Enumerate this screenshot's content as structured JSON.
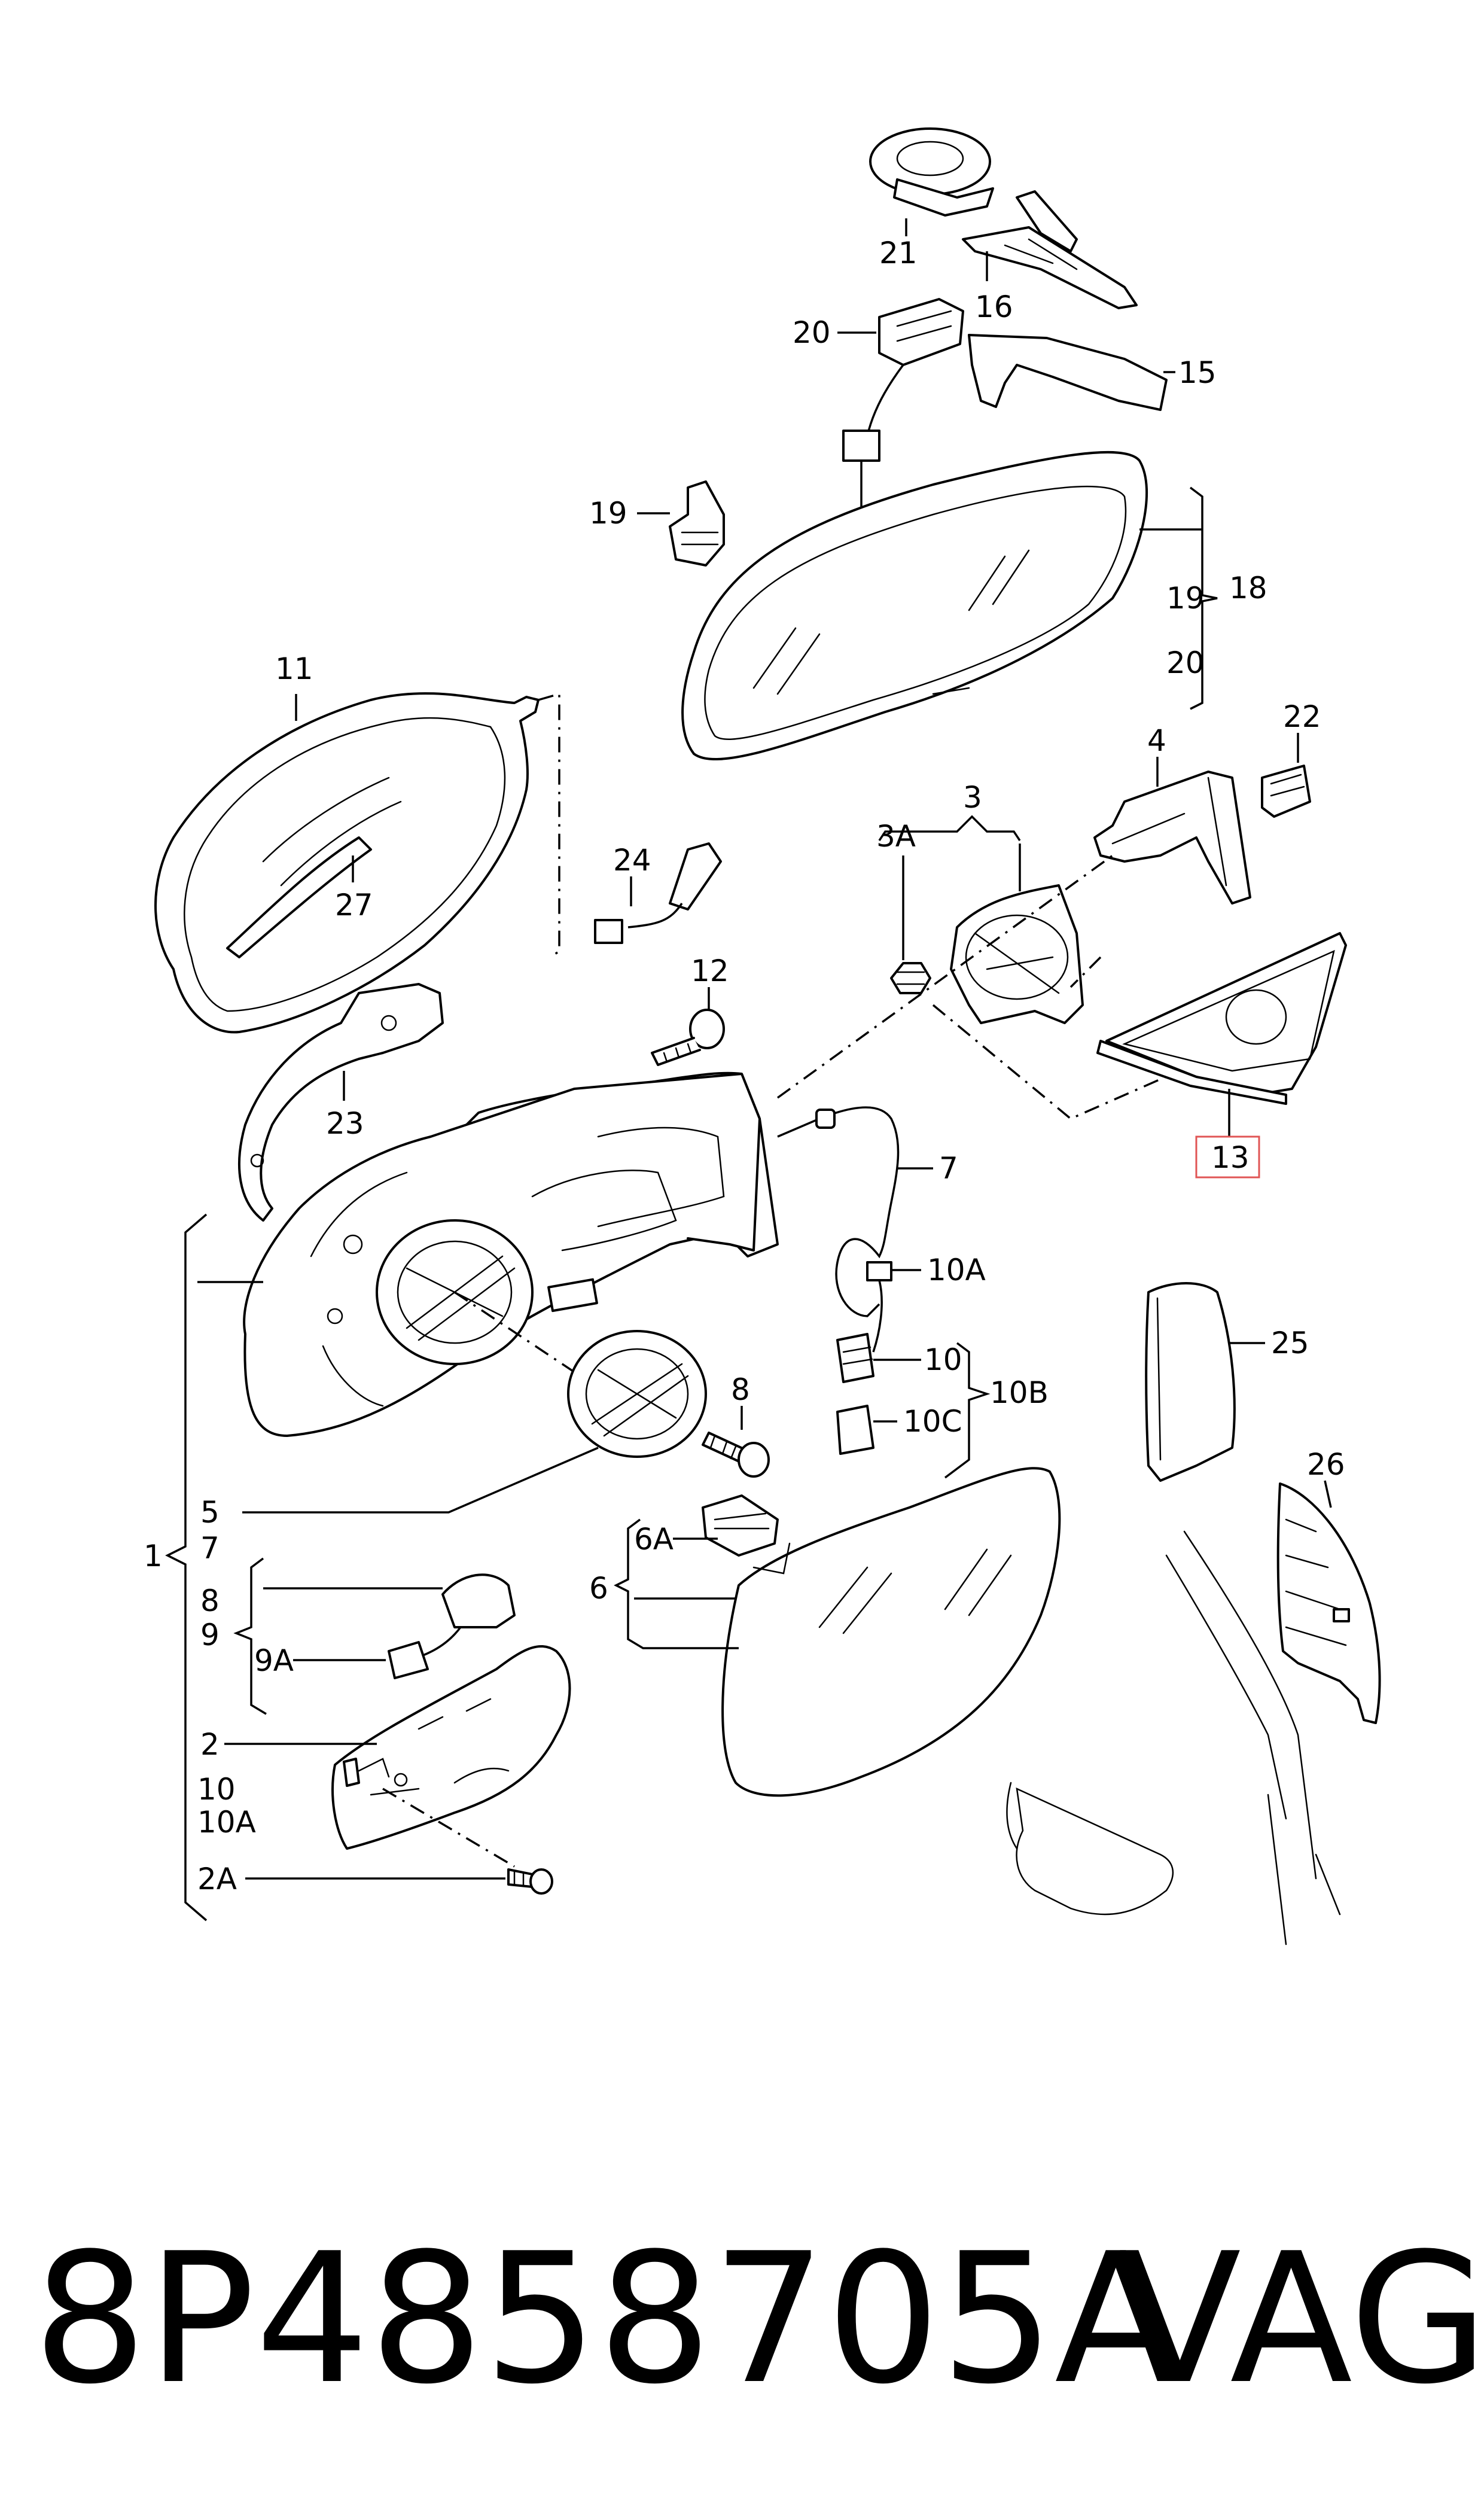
{
  "callouts": {
    "c21": "21",
    "c16": "16",
    "c15": "15",
    "c20a": "20",
    "c19a": "19",
    "c19b": "19",
    "c18": "18",
    "c20b": "20",
    "c11": "11",
    "c27": "27",
    "c24": "24",
    "c4": "4",
    "c22": "22",
    "c3": "3",
    "c3a": "3A",
    "c12": "12",
    "c23": "23",
    "c7": "7",
    "c13": "13",
    "c10a": "10A",
    "c25": "25",
    "c10": "10",
    "c10b": "10B",
    "c10c": "10C",
    "c8": "8",
    "c26": "26",
    "c5": "5",
    "c7b": "7",
    "c1": "1",
    "c6a": "6A",
    "c6": "6",
    "c8b": "8",
    "c9": "9",
    "c9a": "9A",
    "c2": "2",
    "c10d": "10",
    "c10e": "10A",
    "c2a": "2A"
  },
  "footer": {
    "part_number": "8P4858705A",
    "brand": "VAG"
  },
  "colors": {
    "line": "#000000",
    "background": "#ffffff",
    "highlight": "#e05555"
  }
}
